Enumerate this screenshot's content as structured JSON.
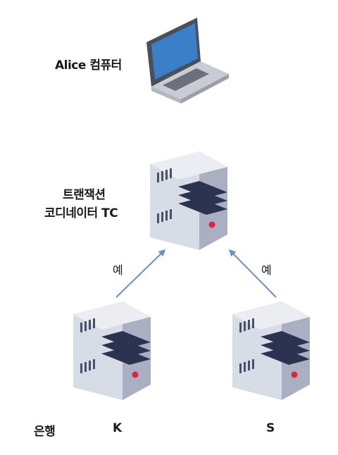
{
  "nodes": {
    "alice": {
      "label": "Alice 컴퓨터"
    },
    "coordinator": {
      "label_line1": "트랜잭션",
      "label_line2": "코디네이터 TC"
    },
    "bank_row_label": "은행",
    "bank_k": {
      "label": "K"
    },
    "bank_s": {
      "label": "S"
    }
  },
  "edges": [
    {
      "from": "bank_k",
      "to": "coordinator",
      "label": "예"
    },
    {
      "from": "bank_s",
      "to": "coordinator",
      "label": "예"
    }
  ],
  "colors": {
    "arrow": "#6a8fc4",
    "server_body": "#d8dce6",
    "server_side": "#aab0c2",
    "server_top": "#ecedf2",
    "server_stripe": "#2b3350",
    "server_led": "#d8283a",
    "laptop_screen": "#3c7fc9",
    "laptop_body": "#c9ccd3"
  },
  "icons": {
    "alice": "laptop-icon",
    "coordinator": "server-icon",
    "bank_k": "server-icon",
    "bank_s": "server-icon"
  }
}
